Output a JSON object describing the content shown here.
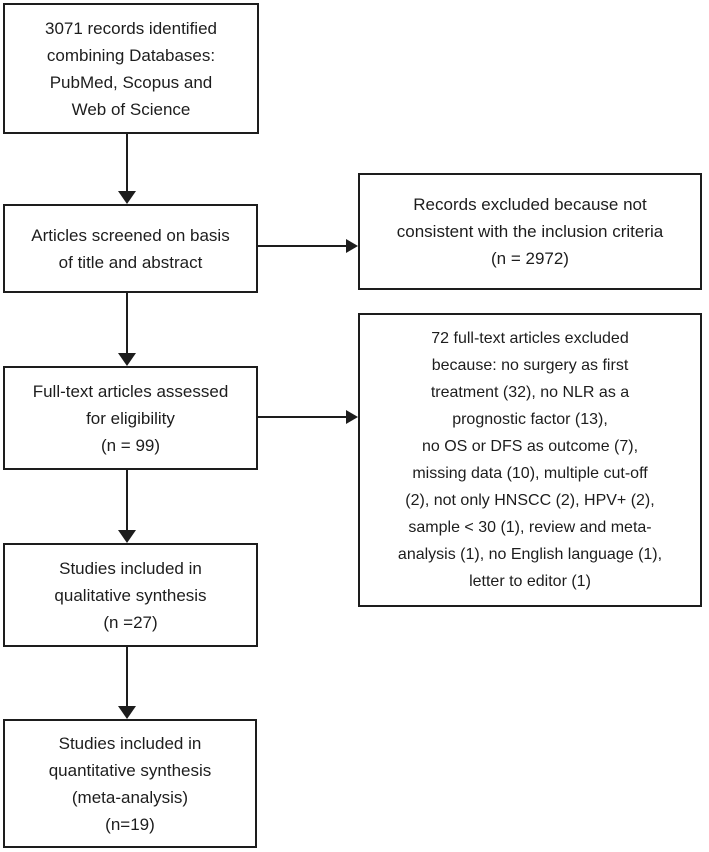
{
  "diagram": {
    "type": "prisma-flowchart",
    "colors": {
      "ink": "#1d1d1d",
      "background": "#ffffff"
    },
    "boxes": {
      "identification": {
        "text": "3071 records identified\ncombining Databases:\nPubMed, Scopus and\nWeb of Science"
      },
      "screening": {
        "text": "Articles screened on basis\nof title and abstract"
      },
      "eligibility": {
        "text": "Full-text articles assessed\nfor eligibility\n(n = 99)"
      },
      "qualitative": {
        "text": "Studies included in\nqualitative synthesis\n(n =27)"
      },
      "quantitative": {
        "text": "Studies included in\nquantitative synthesis\n(meta-analysis)\n(n=19)"
      },
      "records_excluded": {
        "text": "Records excluded because not\nconsistent with the inclusion criteria\n(n = 2972)"
      },
      "fulltext_excluded": {
        "text": "72 full-text articles excluded\nbecause: no surgery as first\ntreatment (32), no NLR as a\nprognostic factor (13),\nno OS or DFS as outcome (7),\nmissing data (10), multiple cut-off\n(2), not only HNSCC (2), HPV+ (2),\nsample < 30 (1), review and meta-\nanalysis (1), no English language (1),\nletter to editor (1)"
      }
    },
    "arrows": [
      {
        "from": "identification",
        "to": "screening",
        "direction": "down"
      },
      {
        "from": "screening",
        "to": "eligibility",
        "direction": "down"
      },
      {
        "from": "screening",
        "to": "records_excluded",
        "direction": "right"
      },
      {
        "from": "eligibility",
        "to": "qualitative",
        "direction": "down"
      },
      {
        "from": "eligibility",
        "to": "fulltext_excluded",
        "direction": "right"
      },
      {
        "from": "qualitative",
        "to": "quantitative",
        "direction": "down"
      }
    ]
  }
}
